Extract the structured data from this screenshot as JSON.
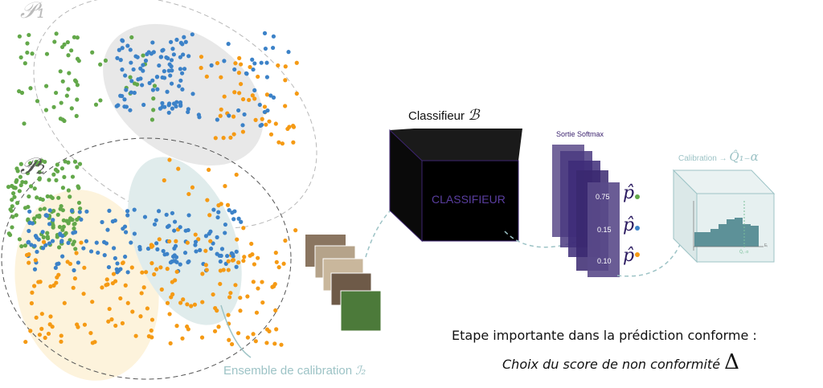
{
  "population_labels": {
    "p1": "𝒫₁",
    "p2": "𝒫₂"
  },
  "classifier": {
    "title": "Classifieur",
    "symbol": "ℬ",
    "box_label": "CLASSIFIEUR"
  },
  "softmax": {
    "title": "Sortie Softmax",
    "values": [
      "0.75",
      "0.15",
      "0.10"
    ],
    "symbol": "p̂"
  },
  "calibration": {
    "title": "Calibration →",
    "symbol": "Q̂₁₋α",
    "axis_label": "Eᵢ",
    "quantile_label": "Q̂₁₋α"
  },
  "calibration_set": {
    "label": "Ensemble de calibration",
    "symbol": "ℐ₂"
  },
  "caption": {
    "line1": "Etape importante dans la prédiction conforme :",
    "line2": "Choix du score de non conformité",
    "symbol": "Δ"
  },
  "colors": {
    "green": "#63a84a",
    "blue": "#3c82c8",
    "orange": "#f59a14",
    "purple": "#3d2470",
    "teal": "#5d9198",
    "light_teal": "#9dc3c6"
  }
}
